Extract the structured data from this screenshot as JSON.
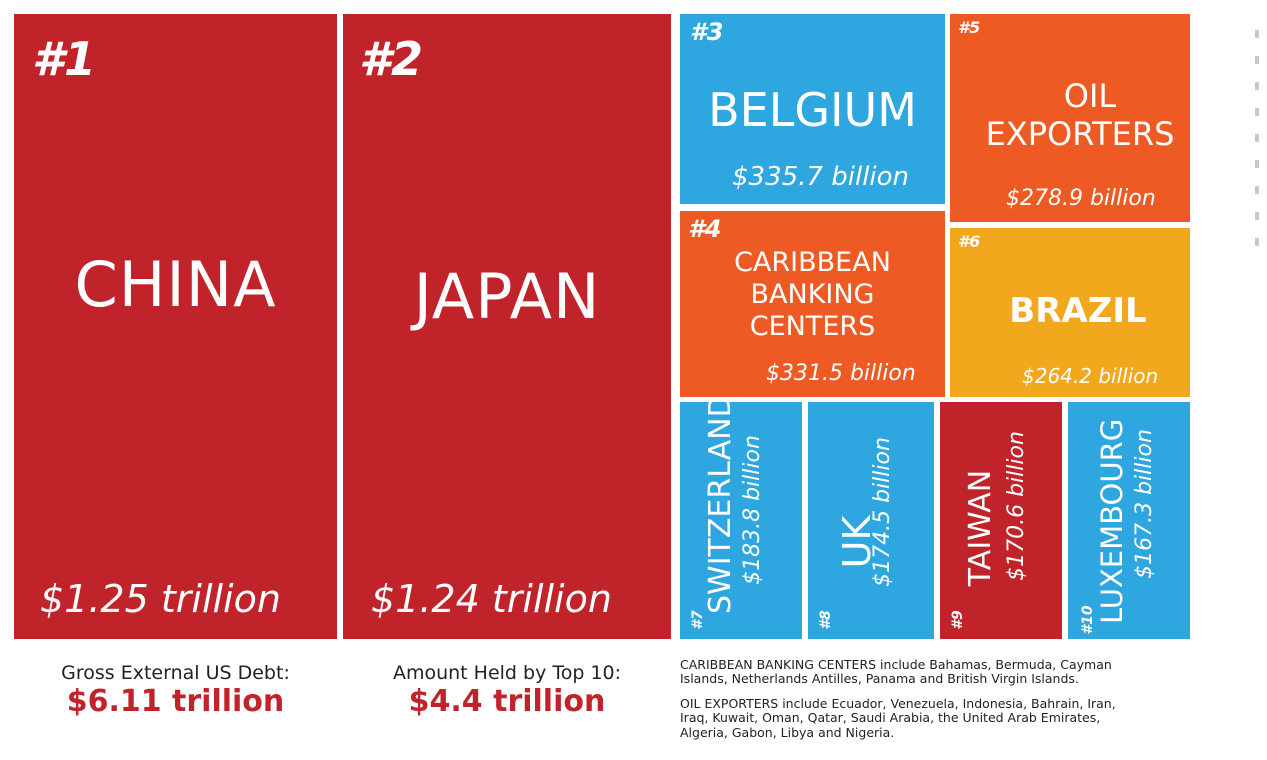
{
  "colors": {
    "red": "#c1232b",
    "blue": "#2ea6df",
    "orange": "#ee5a24",
    "yellow": "#f2a81d",
    "background": "#ffffff"
  },
  "chart_data": {
    "type": "treemap",
    "title": "",
    "items": [
      {
        "rank": "#1",
        "name": "CHINA",
        "value_label": "$1.25 trillion",
        "value_billions": 1250
      },
      {
        "rank": "#2",
        "name": "JAPAN",
        "value_label": "$1.24 trillion",
        "value_billions": 1240
      },
      {
        "rank": "#3",
        "name": "BELGIUM",
        "value_label": "$335.7 billion",
        "value_billions": 335.7
      },
      {
        "rank": "#4",
        "name": "CARIBBEAN BANKING CENTERS",
        "value_label": "$331.5 billion",
        "value_billions": 331.5
      },
      {
        "rank": "#5",
        "name": "OIL EXPORTERS",
        "value_label": "$278.9 billion",
        "value_billions": 278.9
      },
      {
        "rank": "#6",
        "name": "BRAZIL",
        "value_label": "$264.2 billion",
        "value_billions": 264.2
      },
      {
        "rank": "#7",
        "name": "SWITZERLAND",
        "value_label": "$183.8 billion",
        "value_billions": 183.8
      },
      {
        "rank": "#8",
        "name": "UK",
        "value_label": "$174.5 billion",
        "value_billions": 174.5
      },
      {
        "rank": "#9",
        "name": "TAIWAN",
        "value_label": "$170.6 billion",
        "value_billions": 170.6
      },
      {
        "rank": "#10",
        "name": "LUXEMBOURG",
        "value_label": "$167.3 billion",
        "value_billions": 167.3
      }
    ]
  },
  "tiles": {
    "china": {
      "rank": "#1",
      "name": "CHINA",
      "value": "$1.25 trillion"
    },
    "japan": {
      "rank": "#2",
      "name": "JAPAN",
      "value": "$1.24 trillion"
    },
    "belgium": {
      "rank": "#3",
      "name": "BELGIUM",
      "value": "$335.7 billion"
    },
    "caribbean": {
      "rank": "#4",
      "name_lines": [
        "CARIBBEAN",
        "BANKING",
        "CENTERS"
      ],
      "value": "$331.5 billion"
    },
    "oil": {
      "rank": "#5",
      "name_lines": [
        "OIL",
        "EXPORTERS"
      ],
      "value": "$278.9 billion"
    },
    "brazil": {
      "rank": "#6",
      "name": "BRAZIL",
      "value": "$264.2 billion"
    },
    "switzerland": {
      "rank": "#7",
      "name": "SWITZERLAND",
      "value": "$183.8 billion"
    },
    "uk": {
      "rank": "#8",
      "name": "UK",
      "value": "$174.5 billion"
    },
    "taiwan": {
      "rank": "#9",
      "name": "TAIWAN",
      "value": "$170.6 billion"
    },
    "luxembourg": {
      "rank": "#10",
      "name": "LUXEMBOURG",
      "value": "$167.3 billion"
    }
  },
  "summary": {
    "gross_label": "Gross External US Debt:",
    "gross_value": "$6.11 trillion",
    "top10_label": "Amount Held by Top 10:",
    "top10_value": "$4.4 trillion"
  },
  "notes": {
    "caribbean_line1": "CARIBBEAN BANKING CENTERS include Bahamas, Bermuda, Cayman",
    "caribbean_line2": "Islands, Netherlands Antilles, Panama and British Virgin Islands.",
    "oil_line1": "OIL EXPORTERS include Ecuador, Venezuela, Indonesia, Bahrain, Iran,",
    "oil_line2": "Iraq, Kuwait, Oman, Qatar, Saudi Arabia, the United Arab Emirates,",
    "oil_line3": "Algeria, Gabon, Libya and Nigeria."
  }
}
